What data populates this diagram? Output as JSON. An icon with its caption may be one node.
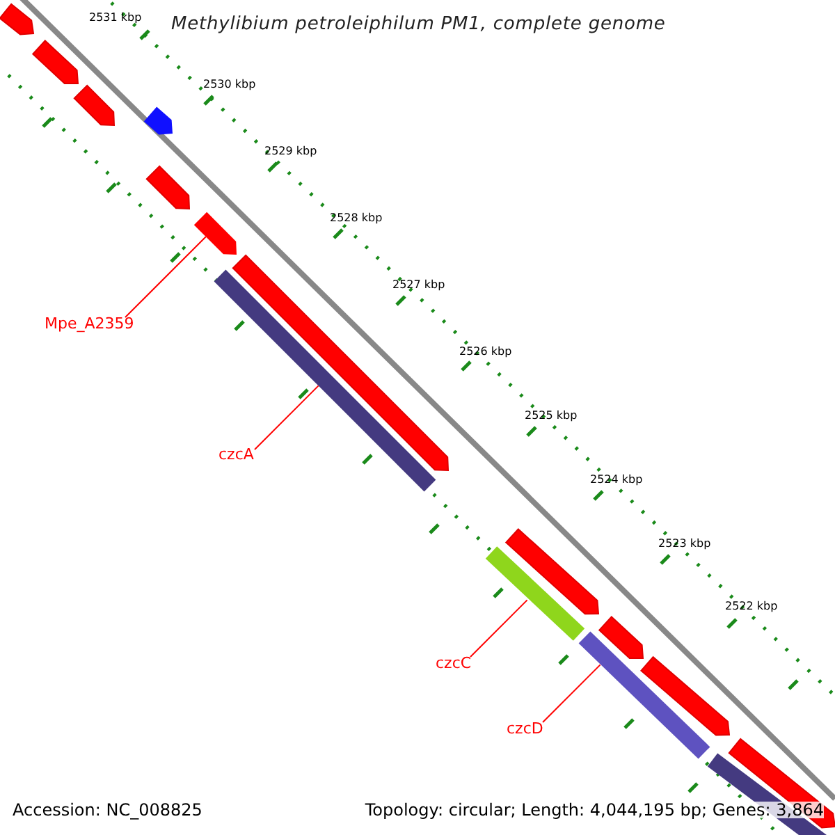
{
  "diagram": {
    "title": "Methylibium petroleiphilum PM1, complete genome",
    "nodes": [
      {
        "text": [
          "Mpe_A2359"
        ]
      },
      {
        "text": [],
        "shape": "arrow"
      },
      {
        "text": [
          "czcA"
        ]
      },
      {
        "text": [],
        "shape": "bar"
      },
      {
        "text": [
          "czcC"
        ]
      },
      {
        "text": [],
        "shape": "bar"
      },
      {
        "text": [
          "czcD"
        ]
      },
      {
        "text": [],
        "shape": "bar"
      }
    ],
    "edges": [
      {
        "from": 0,
        "to": 1,
        "arrow": "none"
      },
      {
        "from": 2,
        "to": 3,
        "arrow": "none"
      },
      {
        "from": 4,
        "to": 5,
        "arrow": "none"
      },
      {
        "from": 6,
        "to": 7,
        "arrow": "none"
      }
    ],
    "labels": [
      "2531 kbp",
      "2530 kbp",
      "2529 kbp",
      "2528 kbp",
      "2527 kbp",
      "2526 kbp",
      "2525 kbp",
      "2524 kbp",
      "2523 kbp",
      "2522 kbp",
      "Accession: NC_008825",
      "Topology: circular; Length: 4,044,195 bp; Genes: 3,864"
    ]
  }
}
